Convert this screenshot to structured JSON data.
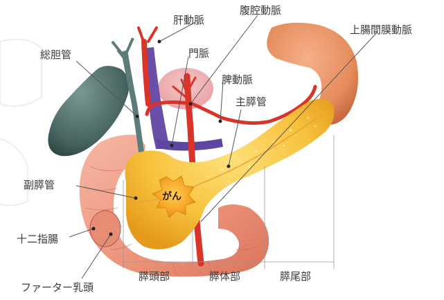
{
  "labels": {
    "hepatic_artery": "肝動脈",
    "celiac_artery": "腹腔動脈",
    "superior_mesenteric_vein": "上腸間膜動脈",
    "common_bile_duct": "総胆管",
    "portal_vein": "門脈",
    "splenic_artery": "脾動脈",
    "main_pancreatic_duct": "主膵管",
    "accessory_pancreatic_duct": "副膵管",
    "cancer": "がん",
    "duodenum": "十二指腸",
    "papilla_of_vater": "ファーター乳頭",
    "pancreas_head": "膵頭部",
    "pancreas_body": "膵体部",
    "pancreas_tail": "膵尾部"
  },
  "colors": {
    "pancreas": "#f5c23a",
    "duodenum": "#f0a08a",
    "spleen": "#e8895a",
    "gallbladder": "#4e6b68",
    "artery": "#d8342a",
    "vein": "#6a4fa8",
    "tumor": "#f4a020"
  }
}
